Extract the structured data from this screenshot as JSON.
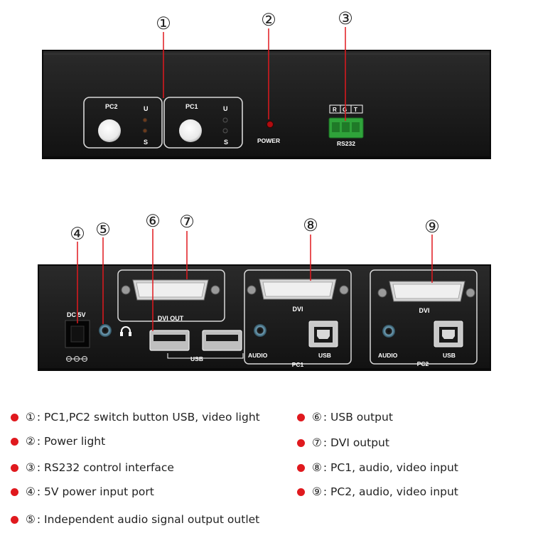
{
  "callouts": {
    "c1": "①",
    "c2": "②",
    "c3": "③",
    "c4": "④",
    "c5": "⑤",
    "c6": "⑥",
    "c7": "⑦",
    "c8": "⑧",
    "c9": "⑨"
  },
  "front_panel": {
    "pc2_label": "PC2",
    "pc1_label": "PC1",
    "led_u": "U",
    "led_s": "S",
    "power_label": "POWER",
    "rs232_pins": [
      "R",
      "G",
      "T"
    ],
    "rs232_label": "RS232"
  },
  "rear_panel": {
    "dc_label": "DC 5V",
    "dvi_out_label": "DVI OUT",
    "usb_group_label": "USB",
    "pc1": {
      "dvi": "DVI",
      "audio": "AUDIO",
      "usb": "USB",
      "group": "PC1"
    },
    "pc2": {
      "dvi": "DVI",
      "audio": "AUDIO",
      "usb": "USB",
      "group": "PC2"
    }
  },
  "legend": [
    {
      "num": "①",
      "text": ": PC1,PC2 switch button USB, video light"
    },
    {
      "num": "②",
      "text": ": Power light"
    },
    {
      "num": "③",
      "text": ": RS232 control interface"
    },
    {
      "num": "④",
      "text": ": 5V power input port"
    },
    {
      "num": "⑤",
      "text": ": Independent audio signal output outlet"
    },
    {
      "num": "⑥",
      "text": ": USB output"
    },
    {
      "num": "⑦",
      "text": ": DVI output"
    },
    {
      "num": "⑧",
      "text": ": PC1, audio, video input"
    },
    {
      "num": "⑨",
      "text": ": PC2, audio, video input"
    }
  ],
  "colors": {
    "accent_red": "#e0191e",
    "panel": "#1a1a1a",
    "connector_green": "#2fa33a"
  }
}
